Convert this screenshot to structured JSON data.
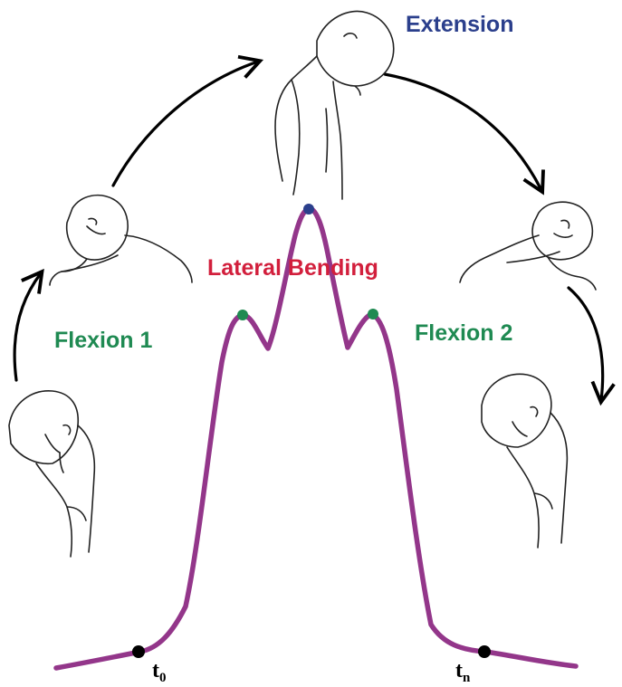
{
  "labels": {
    "extension": "Extension",
    "lateral_bending": "Lateral Bending",
    "flexion_1": "Flexion 1",
    "flexion_2": "Flexion 2",
    "t0": "t",
    "t0_sub": "0",
    "tn": "t",
    "tn_sub": "n"
  },
  "colors": {
    "curve": "#93368a",
    "extension_text": "#2b3f8c",
    "lateral_text": "#d21f3c",
    "flexion_text": "#1f8a52",
    "peak_extension_dot": "#2b3f8c",
    "peak_flexion_dot": "#1f8a52",
    "time_dot": "#000000",
    "arrows": "#000000",
    "figure_stroke": "#222222"
  },
  "figures": [
    {
      "pose": "flexion-forward",
      "icon": "person-bending-forward-icon"
    },
    {
      "pose": "lateral-left",
      "icon": "person-head-tilted-left-icon"
    },
    {
      "pose": "extension",
      "icon": "person-head-back-icon"
    },
    {
      "pose": "lateral-right",
      "icon": "person-head-tilted-right-icon"
    },
    {
      "pose": "flexion-forward",
      "icon": "person-bending-forward-icon"
    }
  ]
}
